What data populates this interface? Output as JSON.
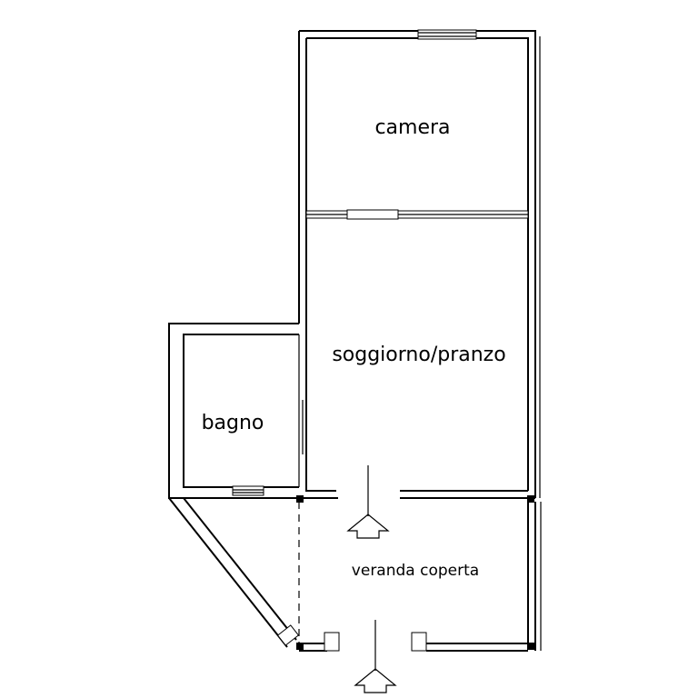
{
  "rooms": {
    "camera": "camera",
    "soggiorno": "soggiorno/pranzo",
    "bagno": "bagno",
    "veranda": "veranda coperta"
  }
}
